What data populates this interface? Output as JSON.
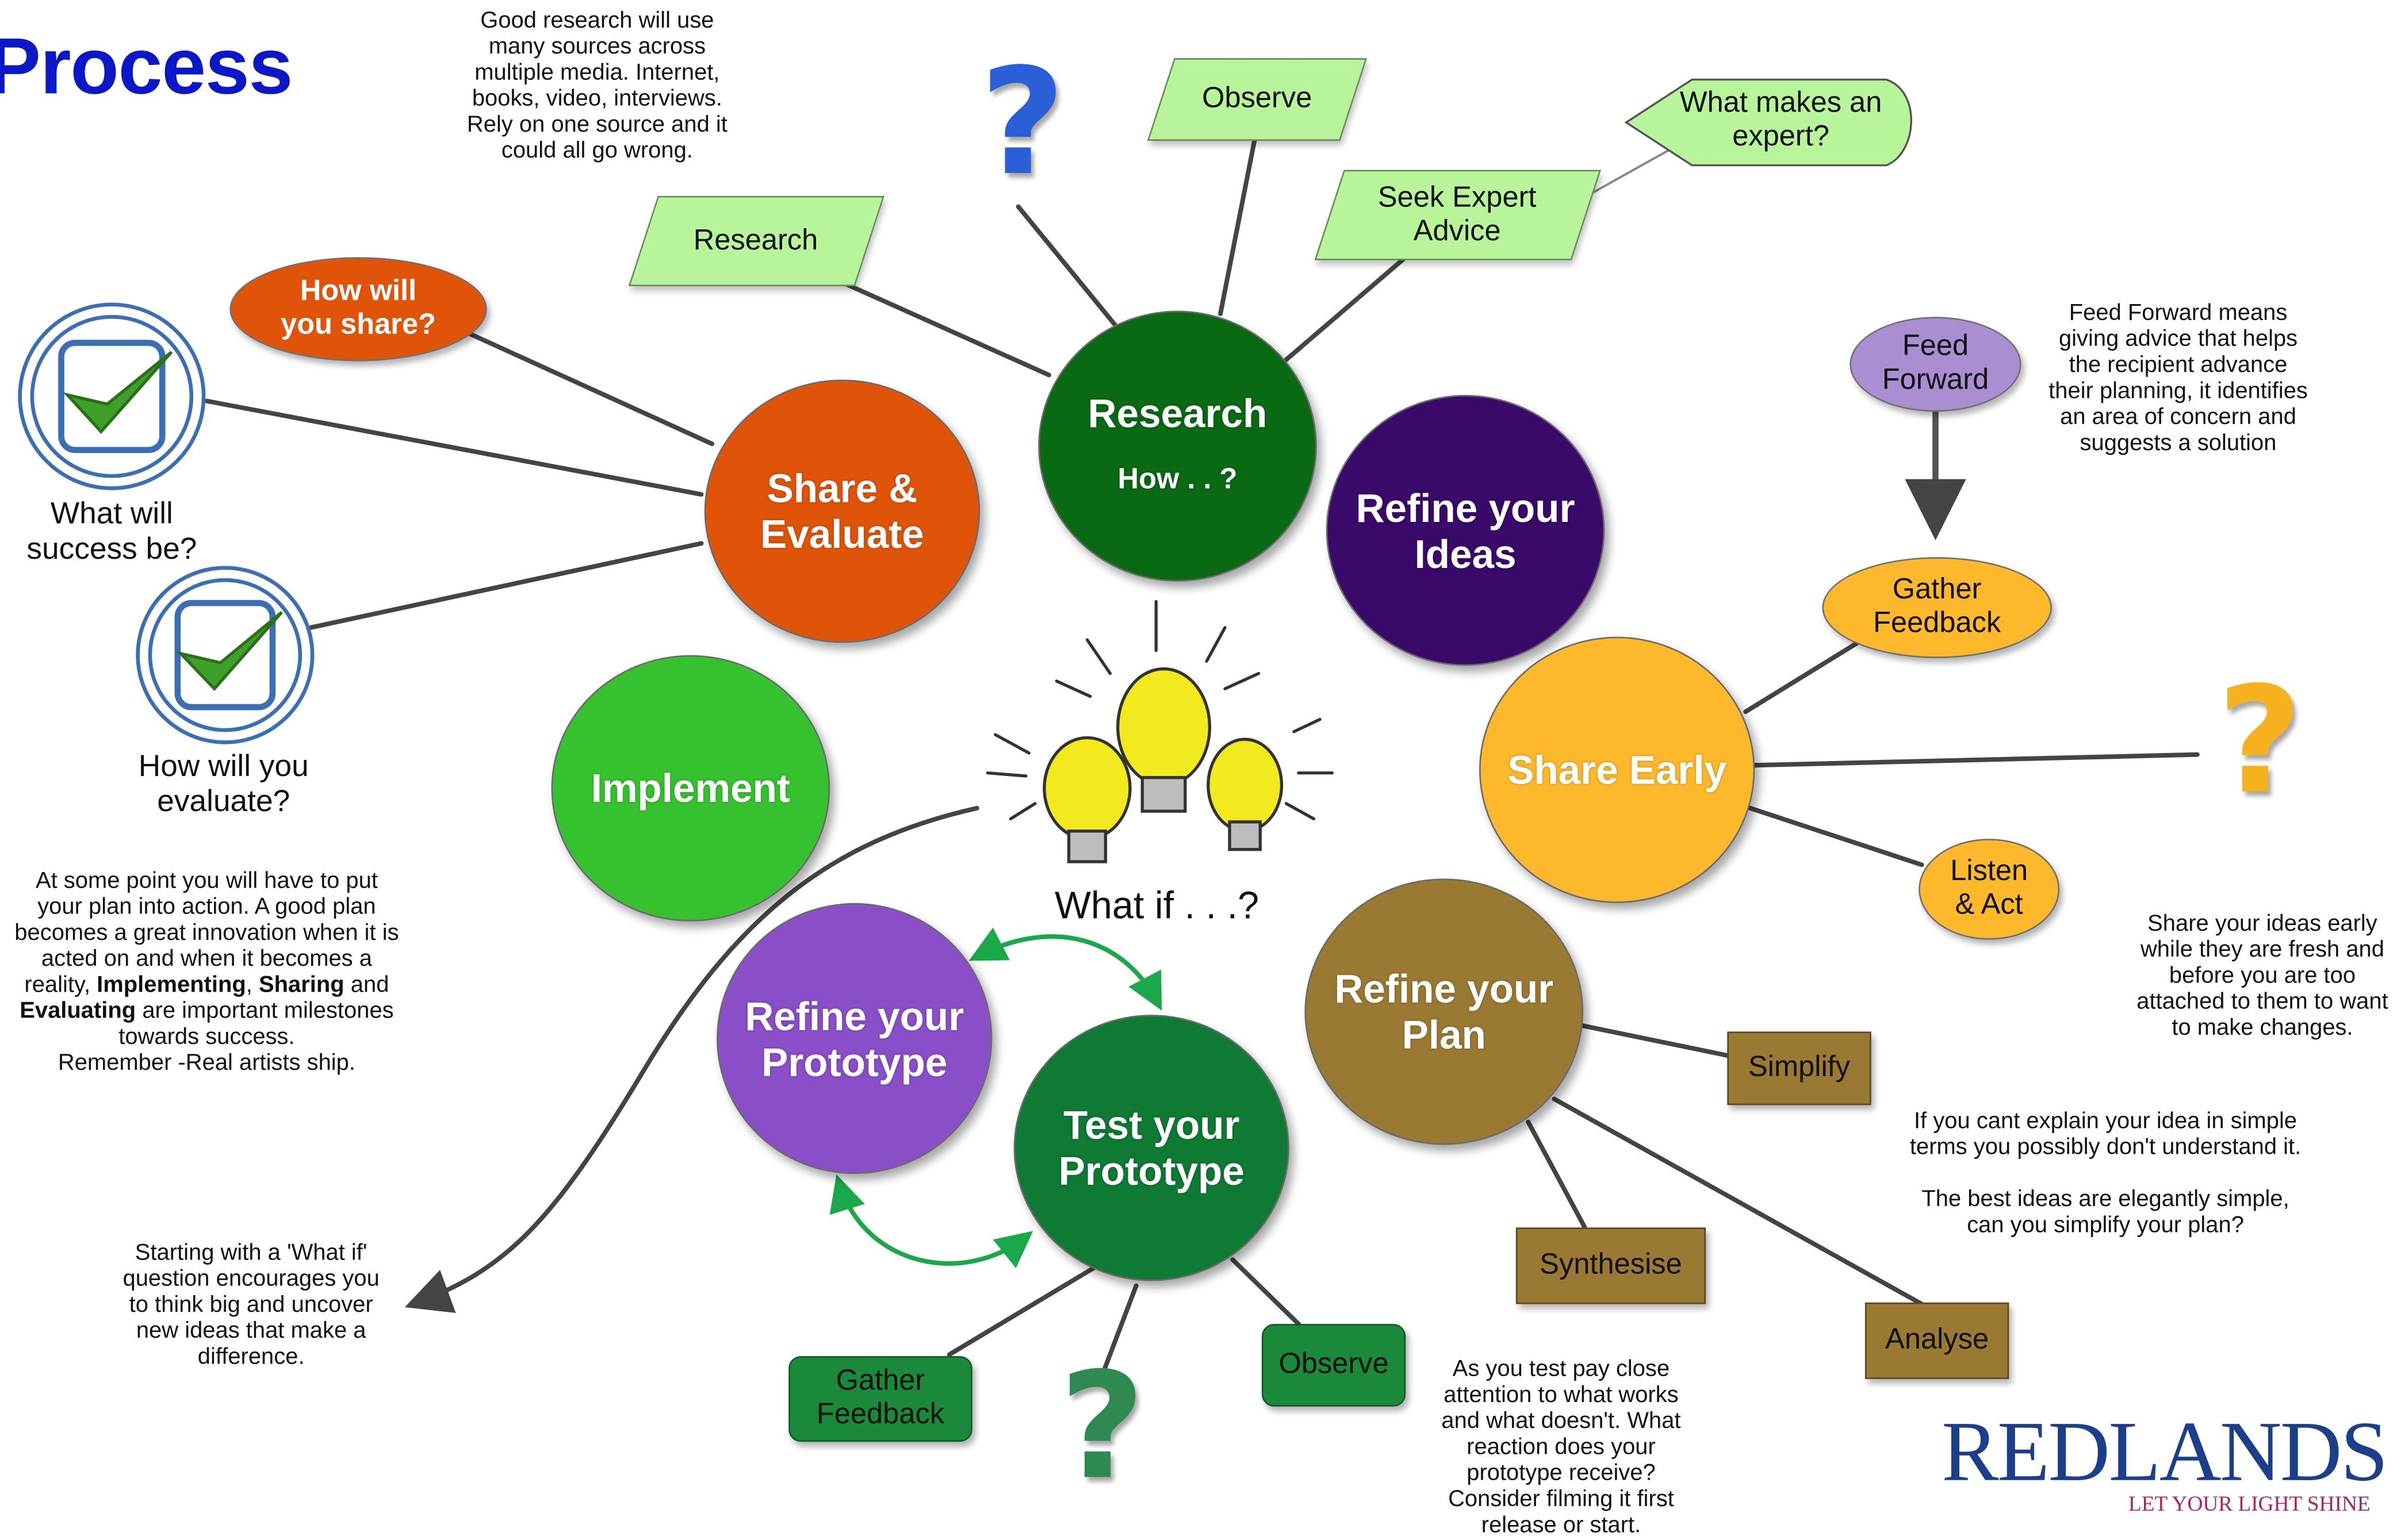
{
  "title": "Process",
  "colors": {
    "research": "#0a6a14",
    "share_evaluate": "#e0540a",
    "refine_ideas": "#3a0a6a",
    "implement": "#36c22e",
    "share_early": "#fdb82b",
    "refine_plan": "#9a7a33",
    "refine_prototype": "#8a4fc8",
    "test_prototype": "#0f7a34",
    "parallelogram": "#b8f59a",
    "connector": "#444444",
    "arrow_green": "#1aa84a"
  },
  "nodes": {
    "research": {
      "title": "Research",
      "sub": "How . . ?"
    },
    "share_evaluate": "Share &\nEvaluate",
    "refine_ideas": "Refine your\nIdeas",
    "implement": "Implement",
    "share_early": "Share Early",
    "refine_plan": "Refine your\nPlan",
    "refine_prototype": "Refine your\nPrototype",
    "test_prototype": "Test your\nPrototype"
  },
  "labels": {
    "research_tag": "Research",
    "observe_tag": "Observe",
    "seek_expert": "Seek Expert\nAdvice",
    "what_makes_expert": "What makes an\nexpert?",
    "how_share": "How will\nyou share?",
    "what_success": "What will\nsuccess be?",
    "how_evaluate": "How will you\nevaluate?",
    "feed_forward": "Feed\nForward",
    "gather_feedback_top": "Gather\nFeedback",
    "listen_act": "Listen\n& Act",
    "simplify": "Simplify",
    "synthesise": "Synthesise",
    "analyse": "Analyse",
    "gather_feedback_bottom": "Gather\nFeedback",
    "observe_bottom": "Observe",
    "what_if": "What if . . .?"
  },
  "notes": {
    "good_research": "Good research will use\nmany sources across\nmultiple media. Internet,\nbooks, video, interviews.\nRely on one source and it\ncould all go wrong.",
    "feed_forward_note": "Feed Forward means\ngiving advice that helps\nthe recipient advance\ntheir planning, it identifies\nan area of concern and\nsuggests a solution",
    "share_early_note": "Share your ideas early\nwhile they are fresh and\nbefore you are too\nattached to them to want\nto make changes.",
    "explain_simple": "If you cant explain your idea in simple\nterms you possibly don't understand it.",
    "elegantly_simple": "The best ideas are elegantly simple,\ncan you simplify your plan?",
    "test_note": "As you test pay close\nattention to what works\nand what doesn't. What\nreaction does your\nprototype receive?\nConsider filming it first\nrelease or start.",
    "what_if_note": "Starting with a 'What if'\nquestion encourages you\nto think big and uncover\nnew ideas that make a\ndifference.",
    "implement_note": {
      "p1": "At some point you will have to put\nyour plan into action. A good plan\nbecomes a great innovation when it is\nacted on and when it becomes a\nreality, ",
      "b1": "Implementing",
      "p2": ", ",
      "b2": "Sharing",
      "p3": " and\n",
      "b3": "Evaluating",
      "p4": " are important milestones\ntowards success.\nRemember -Real artists ship."
    }
  },
  "question_marks": [
    "?",
    "?",
    "?"
  ],
  "logo": {
    "name": "REDLANDS",
    "tagline": "LET YOUR LIGHT SHINE"
  }
}
